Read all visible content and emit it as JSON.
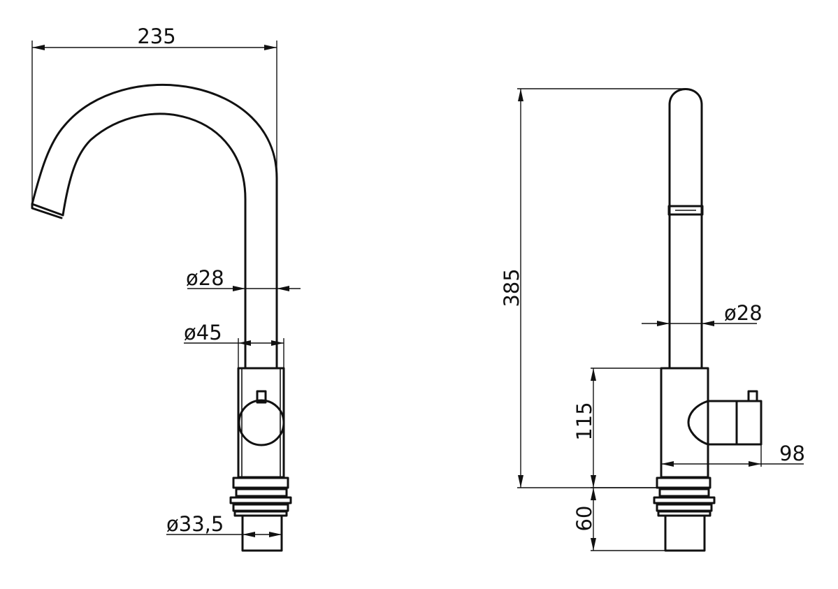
{
  "front_view": {
    "width_label": "235",
    "spout_diameter_label": "ø28",
    "body_diameter_label": "ø45",
    "shank_diameter_label": "ø33,5"
  },
  "side_view": {
    "height_label": "385",
    "spout_diameter_label": "ø28",
    "body_height_label": "115",
    "handle_reach_label": "98",
    "shank_height_label": "60"
  }
}
